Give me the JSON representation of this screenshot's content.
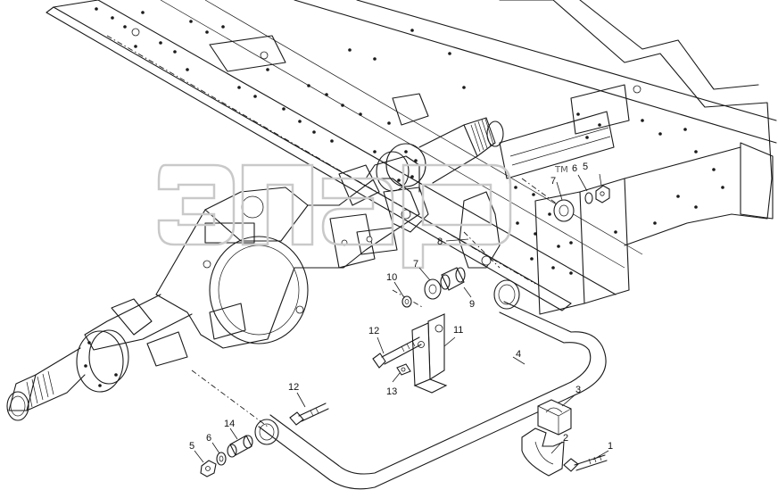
{
  "watermark": {
    "logo_text": "элар",
    "trademark": "TM"
  },
  "callouts": [
    {
      "id": "c1",
      "label": "1"
    },
    {
      "id": "c2",
      "label": "2"
    },
    {
      "id": "c3",
      "label": "3"
    },
    {
      "id": "c4",
      "label": "4"
    },
    {
      "id": "c5a",
      "label": "5"
    },
    {
      "id": "c6a",
      "label": "6"
    },
    {
      "id": "c5b",
      "label": "5"
    },
    {
      "id": "c6b",
      "label": "6"
    },
    {
      "id": "c7a",
      "label": "7"
    },
    {
      "id": "c7b",
      "label": "7"
    },
    {
      "id": "c8",
      "label": "8"
    },
    {
      "id": "c9",
      "label": "9"
    },
    {
      "id": "c10",
      "label": "10"
    },
    {
      "id": "c11",
      "label": "11"
    },
    {
      "id": "c12a",
      "label": "12"
    },
    {
      "id": "c12b",
      "label": "12"
    },
    {
      "id": "c13",
      "label": "13"
    },
    {
      "id": "c14",
      "label": "14"
    }
  ]
}
